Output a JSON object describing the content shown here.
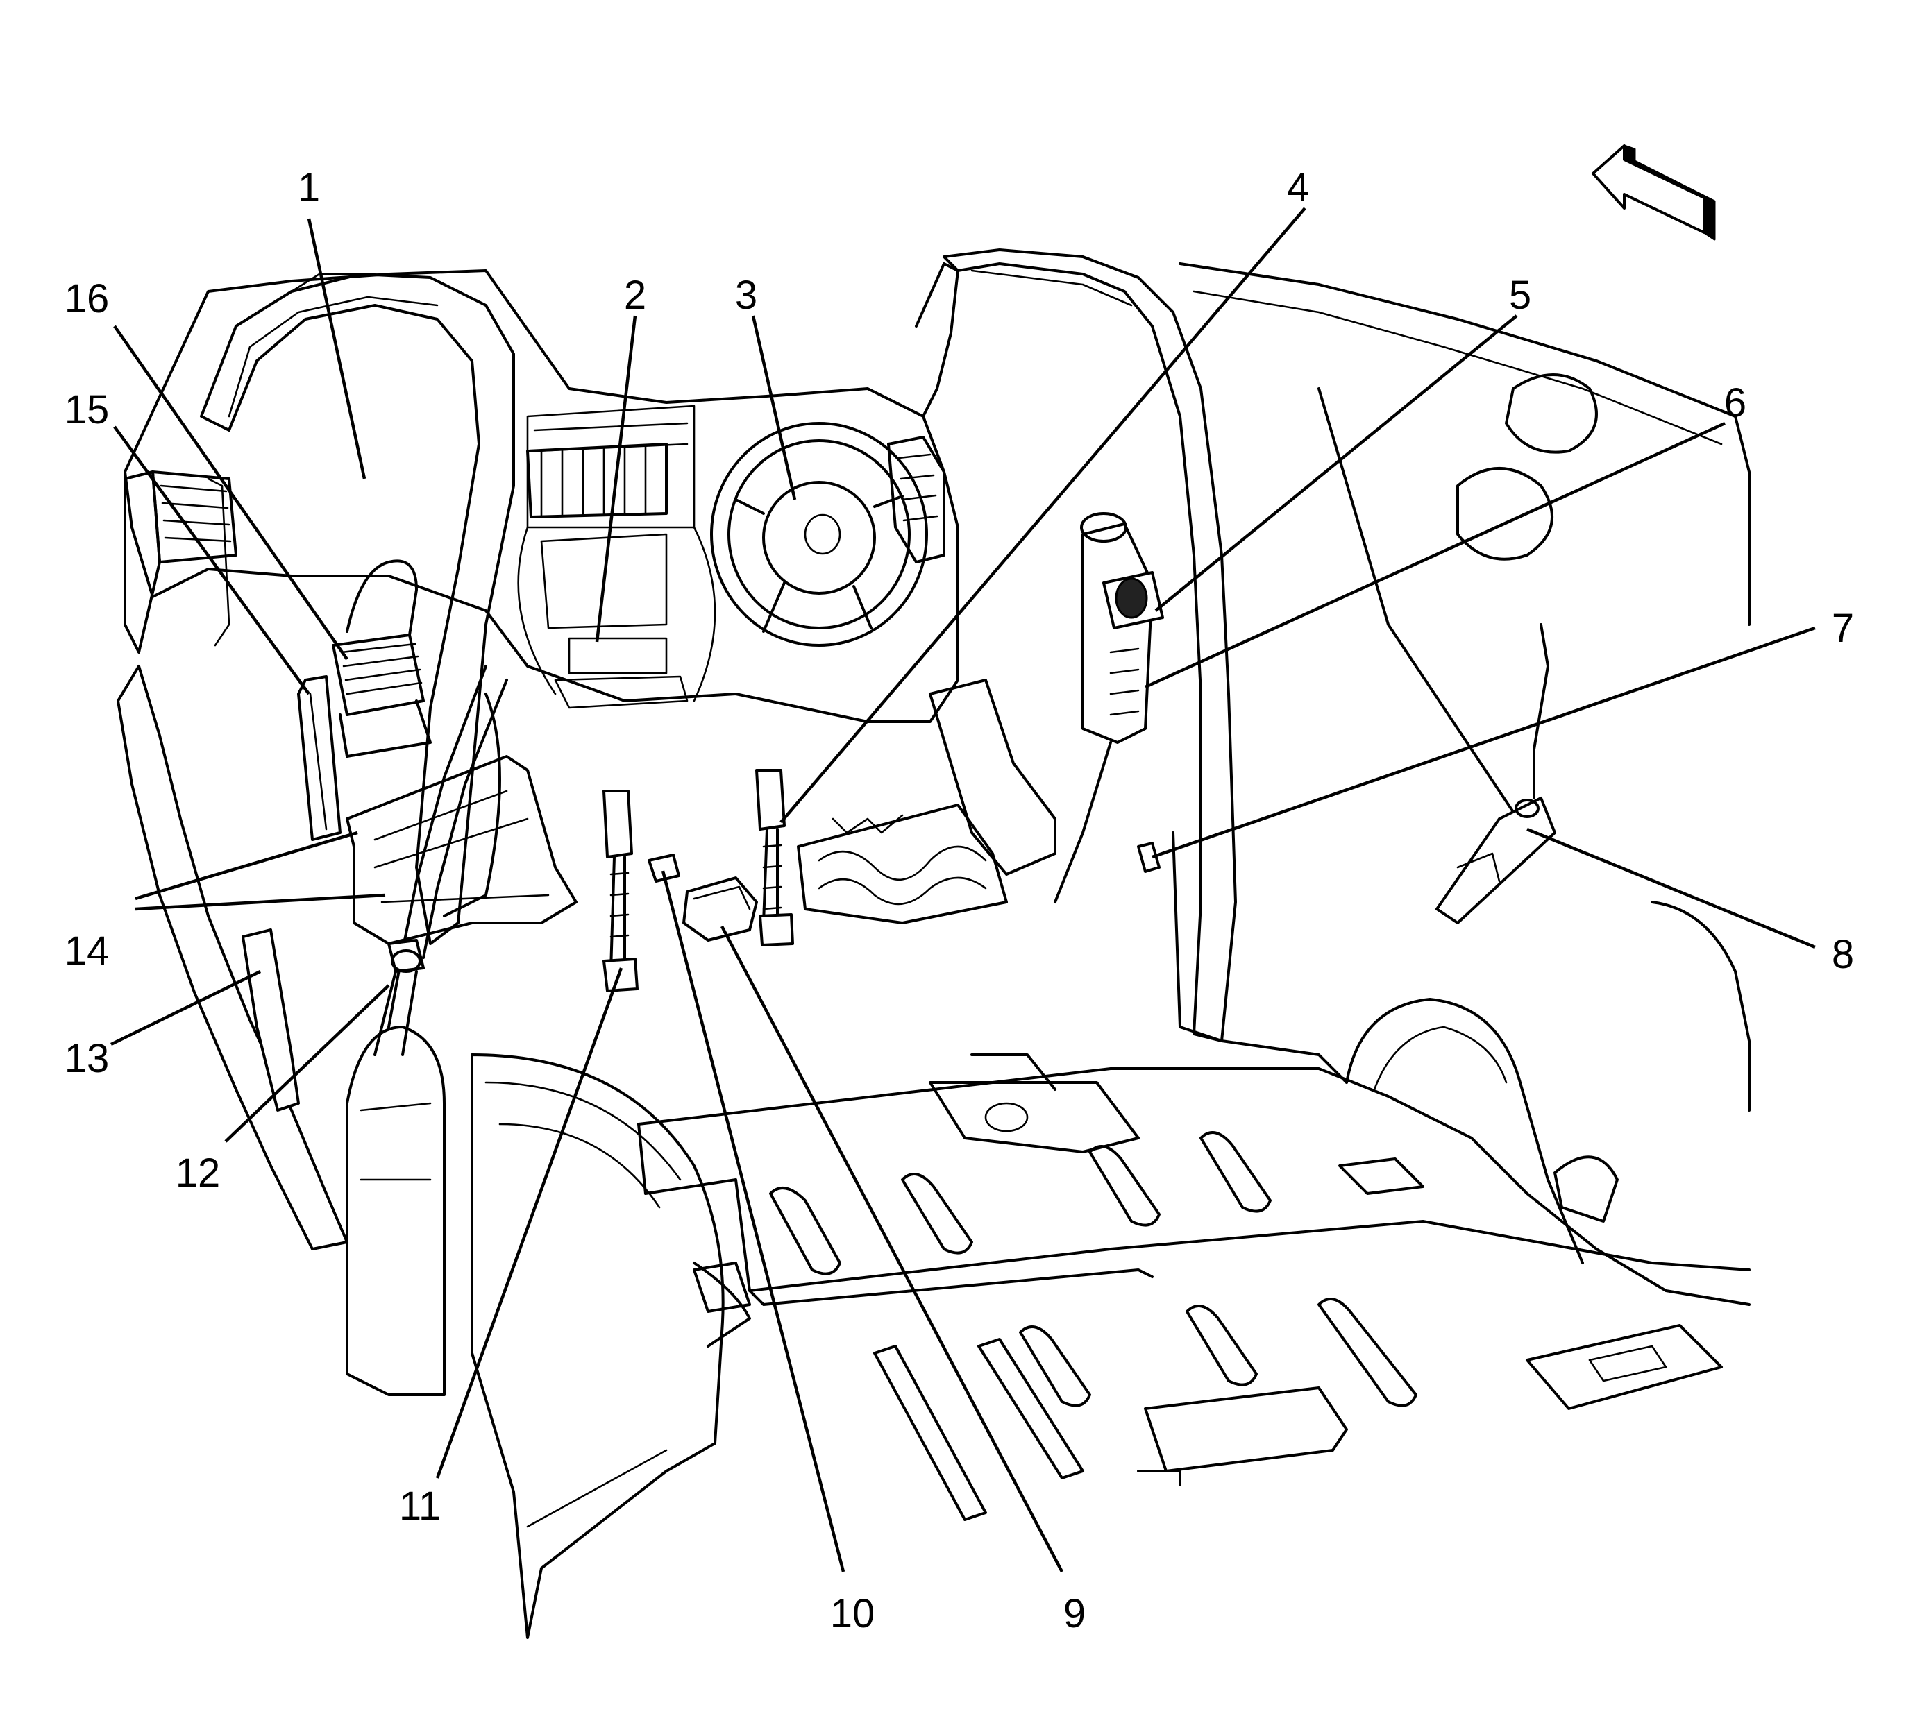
{
  "diagram": {
    "callouts": [
      {
        "id": "c1",
        "label": "1"
      },
      {
        "id": "c2",
        "label": "2"
      },
      {
        "id": "c3",
        "label": "3"
      },
      {
        "id": "c4",
        "label": "4"
      },
      {
        "id": "c5",
        "label": "5"
      },
      {
        "id": "c6",
        "label": "6"
      },
      {
        "id": "c7",
        "label": "7"
      },
      {
        "id": "c8",
        "label": "8"
      },
      {
        "id": "c9",
        "label": "9"
      },
      {
        "id": "c10",
        "label": "10"
      },
      {
        "id": "c11",
        "label": "11"
      },
      {
        "id": "c12",
        "label": "12"
      },
      {
        "id": "c13",
        "label": "13"
      },
      {
        "id": "c14",
        "label": "14"
      },
      {
        "id": "c15",
        "label": "15"
      },
      {
        "id": "c16",
        "label": "16"
      }
    ],
    "icons": {
      "direction_arrow": "forward-direction-arrow-icon"
    }
  }
}
